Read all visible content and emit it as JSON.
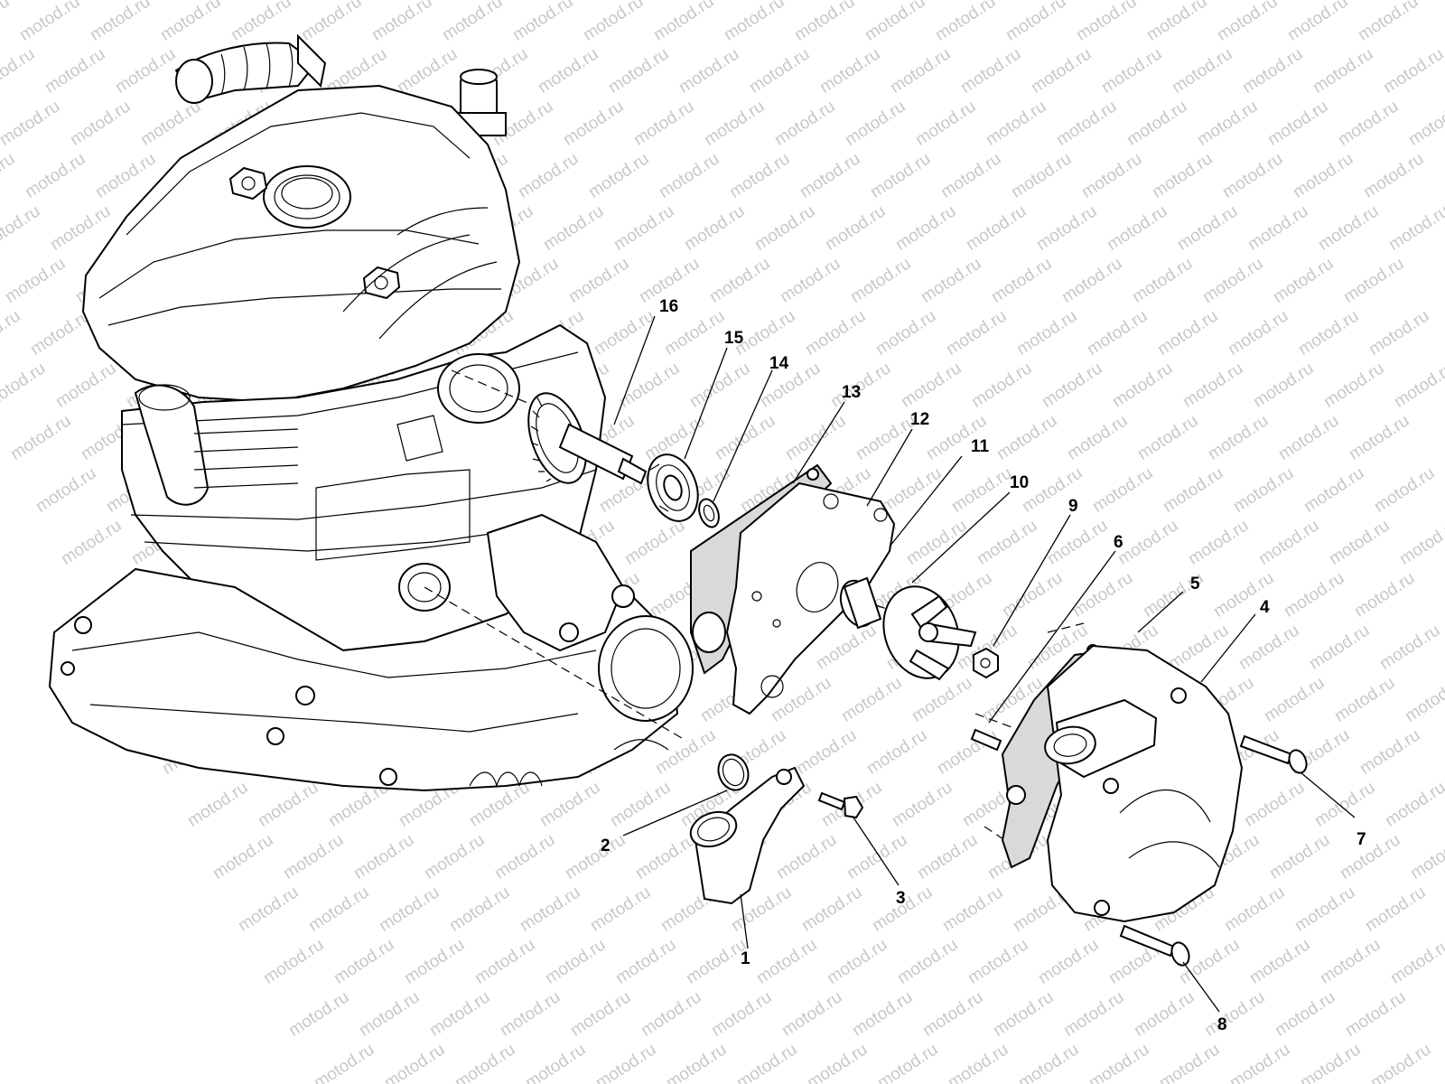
{
  "watermark": "motod.ru",
  "callouts": {
    "c1": "1",
    "c2": "2",
    "c3": "3",
    "c4": "4",
    "c5": "5",
    "c6": "6",
    "c7": "7",
    "c8": "8",
    "c9": "9",
    "c10": "10",
    "c11": "11",
    "c12": "12",
    "c13": "13",
    "c14": "14",
    "c15": "15",
    "c16": "16"
  },
  "colors": {
    "line": "#000000",
    "gasket": "#d9d9d9",
    "watermark": "#c8c8c8",
    "background": "#ffffff"
  }
}
